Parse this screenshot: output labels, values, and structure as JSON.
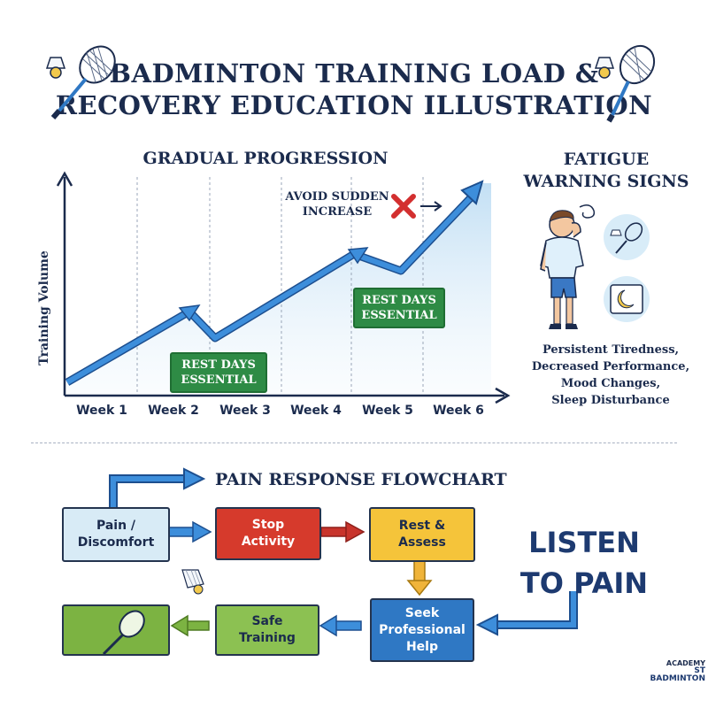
{
  "title": {
    "line1": "BADMINTON TRAINING LOAD &",
    "line2": "RECOVERY EDUCATION ILLUSTRATION"
  },
  "progression": {
    "heading": "GRADUAL PROGRESSION",
    "y_axis_label": "Training Volume",
    "weeks": [
      "Week 1",
      "Week 2",
      "Week 3",
      "Week 4",
      "Week 5",
      "Week 6"
    ],
    "rest_note_1": [
      "REST DAYS",
      "ESSENTIAL"
    ],
    "rest_note_2": [
      "REST DAYS",
      "ESSENTIAL"
    ],
    "avoid_note": [
      "AVOID SUDDEN",
      "INCREASE"
    ]
  },
  "fatigue": {
    "heading": [
      "FATIGUE",
      "WARNING SIGNS"
    ],
    "signs": [
      "Persistent Tiredness,",
      "Decreased Performance,",
      "Mood Changes,",
      "Sleep Disturbance"
    ]
  },
  "flowchart": {
    "heading": "PAIN RESPONSE FLOWCHART",
    "pain": [
      "Pain /",
      "Discomfort"
    ],
    "stop": [
      "Stop",
      "Activity"
    ],
    "rest": [
      "Rest &",
      "Assess"
    ],
    "seek": [
      "Seek",
      "Professional",
      "Help"
    ],
    "safe": [
      "Safe",
      "Training"
    ],
    "listen": [
      "LISTEN",
      "TO PAIN"
    ]
  },
  "logo": {
    "top": "ACADEMY",
    "main": "ST BADMINTON"
  },
  "colors": {
    "navy": "#1b2b4d",
    "arrow_blue": "#2f7fd0",
    "rest_green": "#2e8b45",
    "pain_box": "#d8ebf6",
    "stop_box": "#d63a2c",
    "rest_box": "#f5c43a",
    "seek_box": "#2f78c4",
    "safe_box": "#8cc152",
    "red_arrow": "#c8342c",
    "yellow_arrow": "#f0b43a",
    "green_arrow": "#7cb342"
  }
}
